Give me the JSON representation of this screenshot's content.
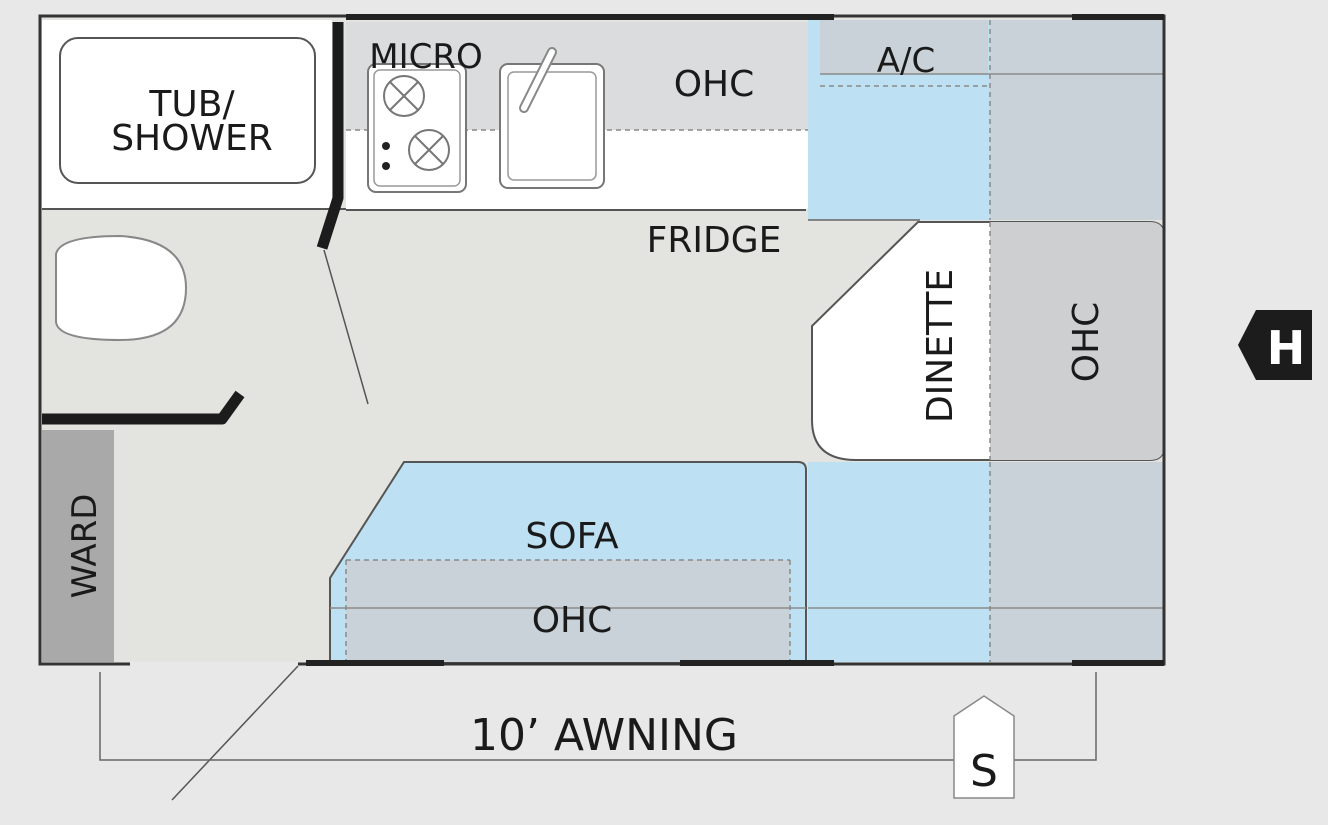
{
  "labels": {
    "tub_shower_line1": "TUB/",
    "tub_shower_line2": "SHOWER",
    "micro": "MICRO",
    "ohc_kitchen": "OHC",
    "ac": "A/C",
    "fridge": "FRIDGE",
    "dinette": "DINETTE",
    "ohc_front": "OHC",
    "sofa": "SOFA",
    "ohc_sofa": "OHC",
    "ward": "WARD",
    "awning": "10’ AWNING"
  },
  "markers": {
    "hitch": "H",
    "sewer": "S"
  },
  "colors": {
    "background": "#e8e8e8",
    "floor": "#e3e3e0",
    "blue": "#bde0f3",
    "gray_block": "#c9d2d8",
    "ohc_gray": "#cdcfd0",
    "wall": "#1c1c1c",
    "ward_gray": "#a9a9a9"
  }
}
